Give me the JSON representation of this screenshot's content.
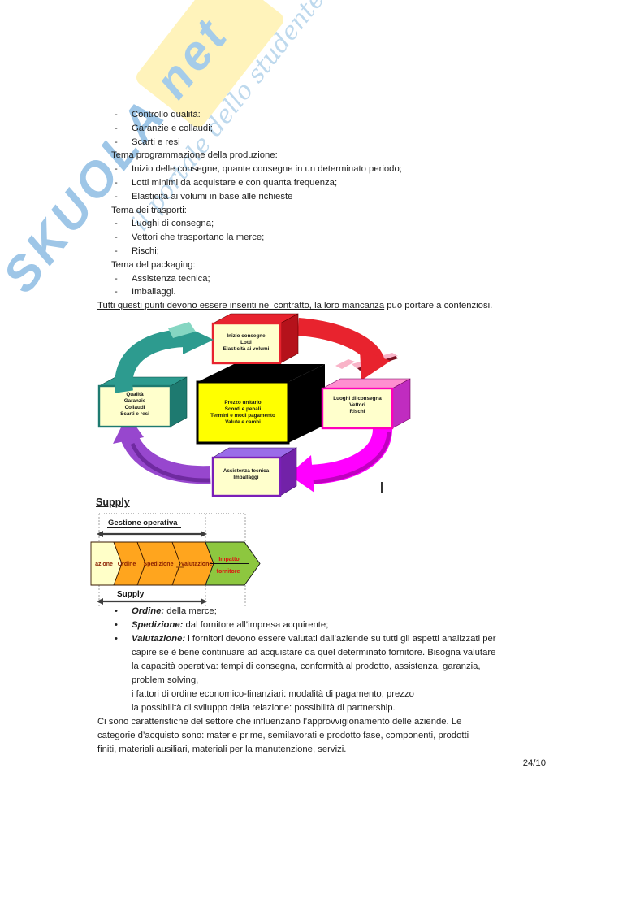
{
  "watermark": {
    "brand": "SKUOLA",
    "net": "net",
    "tagline": "il portale dello studente"
  },
  "glyphs": {
    "bullet": "•"
  },
  "doc_lines": [
    {
      "kind": "dash",
      "marker": "-",
      "text": "Controllo qualità:"
    },
    {
      "kind": "dash",
      "marker": "-",
      "text": "Garanzie e collaudi;"
    },
    {
      "kind": "dash",
      "marker": "-",
      "text": "Scarti e resi"
    },
    {
      "kind": "tema",
      "text": "Tema programmazione della produzione:"
    },
    {
      "kind": "dash",
      "marker": "-",
      "text": "Inizio delle consegne, quante consegne in un determinato periodo;"
    },
    {
      "kind": "dash",
      "marker": "-",
      "text": "Lotti minimi da acquistare e con quanta frequenza;"
    },
    {
      "kind": "dash",
      "marker": "-",
      "text": "Elasticità ai volumi in base alle richieste"
    },
    {
      "kind": "tema",
      "text": "Tema dei trasporti:"
    },
    {
      "kind": "dash",
      "marker": "-",
      "text": "Luoghi di consegna;"
    },
    {
      "kind": "dash",
      "marker": "-",
      "text": "Vettori che trasportano la merce;"
    },
    {
      "kind": "dash",
      "marker": "-",
      "text": "Rischi;"
    },
    {
      "kind": "tema",
      "text": "Tema del packaging:"
    },
    {
      "kind": "dash",
      "marker": "-",
      "text": "Assistenza tecnica;"
    },
    {
      "kind": "dash",
      "marker": "-",
      "text": "Imballaggi."
    }
  ],
  "contract_line": {
    "underlined": "Tutti questi punti devono essere inseriti nel contratto, la loro mancanza",
    "rest": " può portare a contenziosi."
  },
  "diagram": {
    "boxes": {
      "top": {
        "lines": [
          "Inizio consegne",
          "Lotti",
          "Elasticità ai volumi"
        ]
      },
      "left": {
        "lines": [
          "Qualità",
          "Garanzie",
          "Collaudi",
          "Scarti e resi"
        ]
      },
      "center": {
        "lines": [
          "Prezzo unitario",
          "Sconti e penali",
          "Termini e modi pagamento",
          "Valute e cambi"
        ]
      },
      "right": {
        "lines": [
          "Luoghi di consegna",
          "Vettori",
          "Rischi"
        ]
      },
      "bottom": {
        "lines": [
          "Assistenza tecnica",
          "Imballaggi"
        ]
      }
    },
    "colors": {
      "cream": "#FFFFCC",
      "yellow": "#FFFF00",
      "black": "#000000",
      "red": "#E8232E",
      "red_dark": "#B5121B",
      "teal": "#2D9B8F",
      "teal_dark": "#1E7A70",
      "teal_light": "#85D6C2",
      "pink_top": "#FF8FD0",
      "pink_side": "#C02CC0",
      "pink_border": "#FF00BB",
      "magenta": "#FF00FF",
      "magenta_dark": "#BF00BF",
      "purple_top": "#9A6CE8",
      "purple_side": "#7222A8",
      "purple_border": "#7A1FB8",
      "purple_arrow": "#9747CE",
      "purple_arrow_dark": "#6F2AA0",
      "pink_ribbon": "#F9B3C8",
      "ribbon_dark": "#7A1020"
    }
  },
  "supply": {
    "heading": "Supply",
    "gestione_label": "Gestione operativa",
    "supply_label": "Supply",
    "chevrons": [
      "azione",
      "Ordine",
      "Spedizione",
      "Valutazione"
    ],
    "impatto_line1": "Impatto",
    "impatto_line2": "fornitore",
    "colors": {
      "pale": "#FFFFC8",
      "orange": "#FFA51E",
      "green": "#8DC73F",
      "label": "#8B2000",
      "impatto": "#E01010"
    }
  },
  "bullet_lines": [
    {
      "kind": "bullet",
      "lead": "Ordine:",
      "rest": " della merce;"
    },
    {
      "kind": "bullet",
      "lead": "Spedizione:",
      "rest": " dal fornitore all’impresa acquirente;"
    },
    {
      "kind": "bullet",
      "lead": "Valutazione:",
      "rest": " i fornitori devono essere valutati dall’aziende su tutti gli aspetti analizzati per"
    },
    {
      "kind": "cont",
      "text": "capire se è bene continuare ad acquistare da quel determinato fornitore. Bisogna valutare"
    },
    {
      "kind": "cont",
      "text": "la capacità operativa: tempi di consegna, conformità al prodotto, assistenza, garanzia,"
    },
    {
      "kind": "cont",
      "text": "problem solving,"
    },
    {
      "kind": "cont",
      "text": "i fattori di ordine economico-finanziari: modalità di pagamento, prezzo"
    },
    {
      "kind": "cont",
      "text": "la possibilità di sviluppo della relazione: possibilità di partnership."
    },
    {
      "kind": "flush",
      "text": "Ci sono caratteristiche del settore che influenzano l’approvvigionamento delle aziende. Le"
    },
    {
      "kind": "flush",
      "text": "categorie d’acquisto sono: materie prime, semilavorati e prodotto fase, componenti, prodotti"
    },
    {
      "kind": "flush",
      "text": "finiti, materiali ausiliari, materiali per la manutenzione, servizi."
    }
  ],
  "page_number": "24/10"
}
